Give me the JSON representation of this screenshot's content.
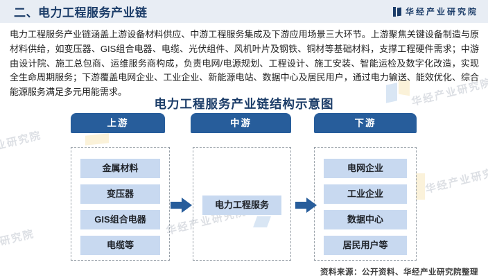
{
  "header": {
    "title": "二、电力工程服务产业链",
    "brand": "华经产业研究院"
  },
  "intro": "电力工程服务产业链涵盖上游设备材料供应、中游工程服务集成及下游应用场景三大环节。上游聚焦关键设备制造与原材料供给，如变压器、GIS组合电器、电缆、光伏组件、风机叶片及钢铁、铜材等基础材料，支撑工程硬件需求；中游由设计院、施工总包商、运维服务商构成，负责电网/电源规划、工程设计、施工安装、智能运检及数字化改造，实现全生命周期服务；下游覆盖电网企业、工业企业、新能源电站、数据中心及居民用户，通过电力输送、能效优化、综合能源服务满足多元用能需求。",
  "diagram": {
    "title": "电力工程服务产业链结构示意图",
    "columns": [
      {
        "header": "上游",
        "items": [
          "金属材料",
          "变压器",
          "GIS组合电器",
          "电缆等"
        ]
      },
      {
        "header": "中游",
        "items": [
          "电力工程服务"
        ]
      },
      {
        "header": "下游",
        "items": [
          "电网企业",
          "工业企业",
          "数据中心",
          "居民用户等"
        ]
      }
    ]
  },
  "source": "资料来源：公开资料、华经产业研究院整理",
  "watermark": {
    "text": "华经产业研究院"
  },
  "colors": {
    "accent": "#275d9b",
    "box_bg": "#c8d9f0",
    "header_bg": "#e8edf4",
    "title_ink": "#1b3c68"
  }
}
